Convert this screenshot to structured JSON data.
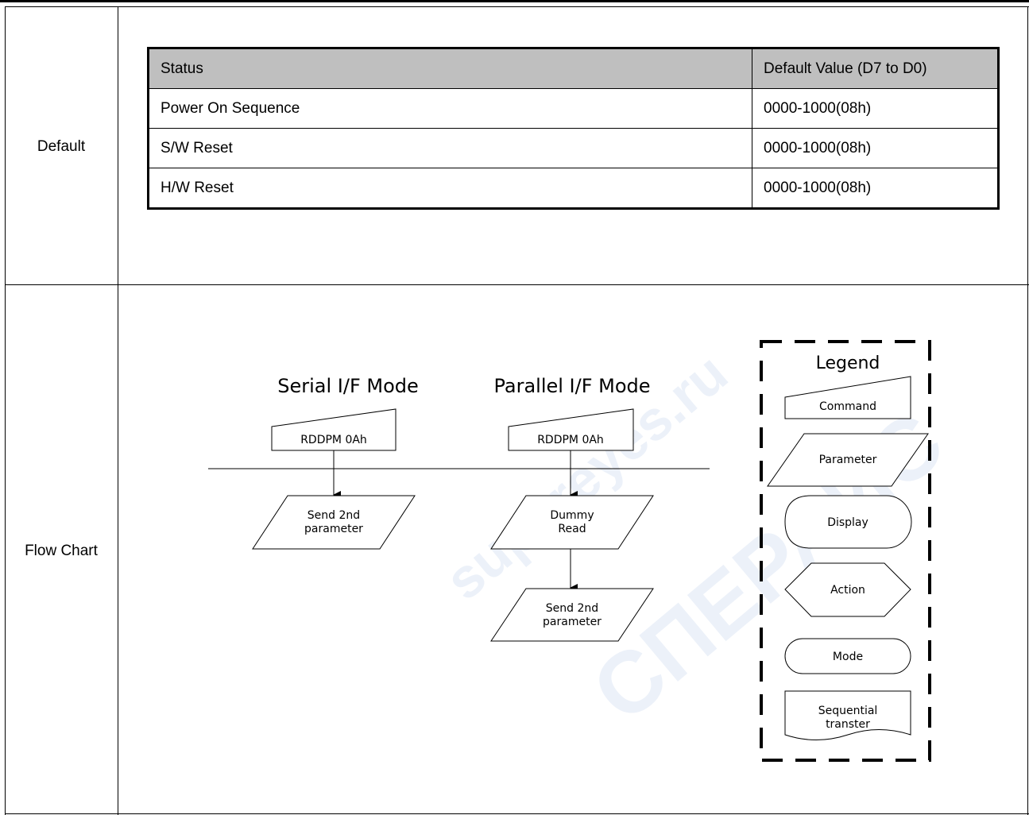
{
  "rows": {
    "default_label": "Default",
    "flowchart_label": "Flow Chart"
  },
  "default_table": {
    "headers": [
      "Status",
      "Default Value (D7 to D0)"
    ],
    "rows": [
      [
        "Power On Sequence",
        "0000-1000(08h)"
      ],
      [
        "S/W Reset",
        "0000-1000(08h)"
      ],
      [
        "H/W Reset",
        "0000-1000(08h)"
      ]
    ]
  },
  "flowchart": {
    "serial_title": "Serial I/F Mode",
    "parallel_title": "Parallel I/F Mode",
    "serial_command": "RDDPM 0Ah",
    "parallel_command": "RDDPM 0Ah",
    "serial_step1": [
      "Send 2nd",
      "parameter"
    ],
    "parallel_step1": [
      "Dummy",
      "Read"
    ],
    "parallel_step2": [
      "Send 2nd",
      "parameter"
    ]
  },
  "legend": {
    "title": "Legend",
    "command": "Command",
    "parameter": "Parameter",
    "display": "Display",
    "action": "Action",
    "mode": "Mode",
    "sequential": [
      "Sequential",
      "transter"
    ]
  },
  "watermark": {
    "text1": "supereyes.ru",
    "text2": "СПЕРАИС"
  }
}
